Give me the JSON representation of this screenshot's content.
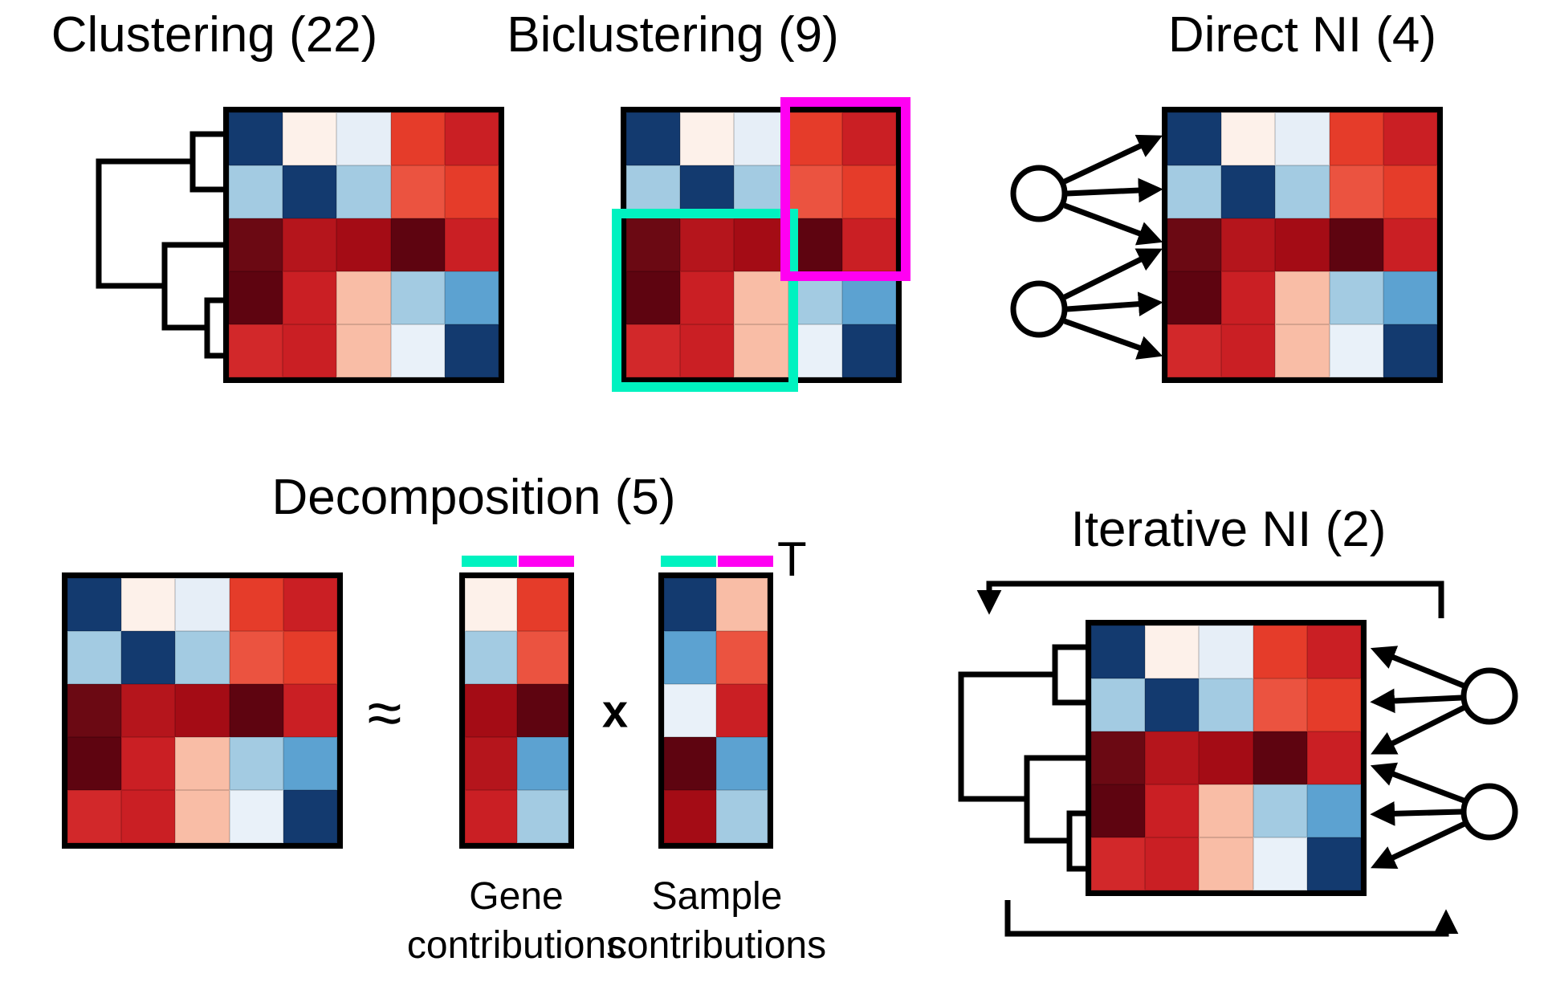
{
  "figure": {
    "panels": {
      "clustering": {
        "title": "Clustering (22)"
      },
      "biclustering": {
        "title": "Biclustering (9)"
      },
      "direct_ni": {
        "title": "Direct NI (4)"
      },
      "decomposition": {
        "title": "Decomposition (5)",
        "approx": "≈",
        "times": "x",
        "transpose": "T",
        "gene_label": [
          "Gene",
          "contributions"
        ],
        "sample_label": [
          "Sample",
          "contributions"
        ]
      },
      "iterative_ni": {
        "title": "Iterative NI (2)"
      }
    },
    "colors": {
      "highlight_cyan": "#00f2c0",
      "highlight_magenta": "#ff00f2",
      "line": "#000000"
    },
    "palette": {
      "n": "#133a6f",
      "wp": "#fdf1ea",
      "pb": "#e6eef7",
      "ro": "#e53c2a",
      "rd": "#ca1f24",
      "lb": "#a3cbe2",
      "to": "#eb5340",
      "mr": "#6b0913",
      "fb": "#b5151c",
      "dr": "#a40c15",
      "dm": "#5e0410",
      "r2": "#d2282a",
      "pe": "#f9bda6",
      "sb": "#5ca2d1",
      "vb": "#e9f1f9"
    },
    "heatmap": [
      [
        "n",
        "wp",
        "pb",
        "ro",
        "rd"
      ],
      [
        "lb",
        "n",
        "lb",
        "to",
        "ro"
      ],
      [
        "mr",
        "fb",
        "dr",
        "dm",
        "rd"
      ],
      [
        "dm",
        "rd",
        "pe",
        "lb",
        "sb"
      ],
      [
        "r2",
        "rd",
        "pe",
        "vb",
        "n"
      ]
    ],
    "gene_contributions": [
      [
        "wp",
        "ro"
      ],
      [
        "lb",
        "to"
      ],
      [
        "dr",
        "dm"
      ],
      [
        "fb",
        "sb"
      ],
      [
        "rd",
        "lb"
      ]
    ],
    "sample_contributions": [
      [
        "n",
        "pe"
      ],
      [
        "sb",
        "to"
      ],
      [
        "vb",
        "rd"
      ],
      [
        "dm",
        "sb"
      ],
      [
        "dr",
        "lb"
      ]
    ]
  }
}
